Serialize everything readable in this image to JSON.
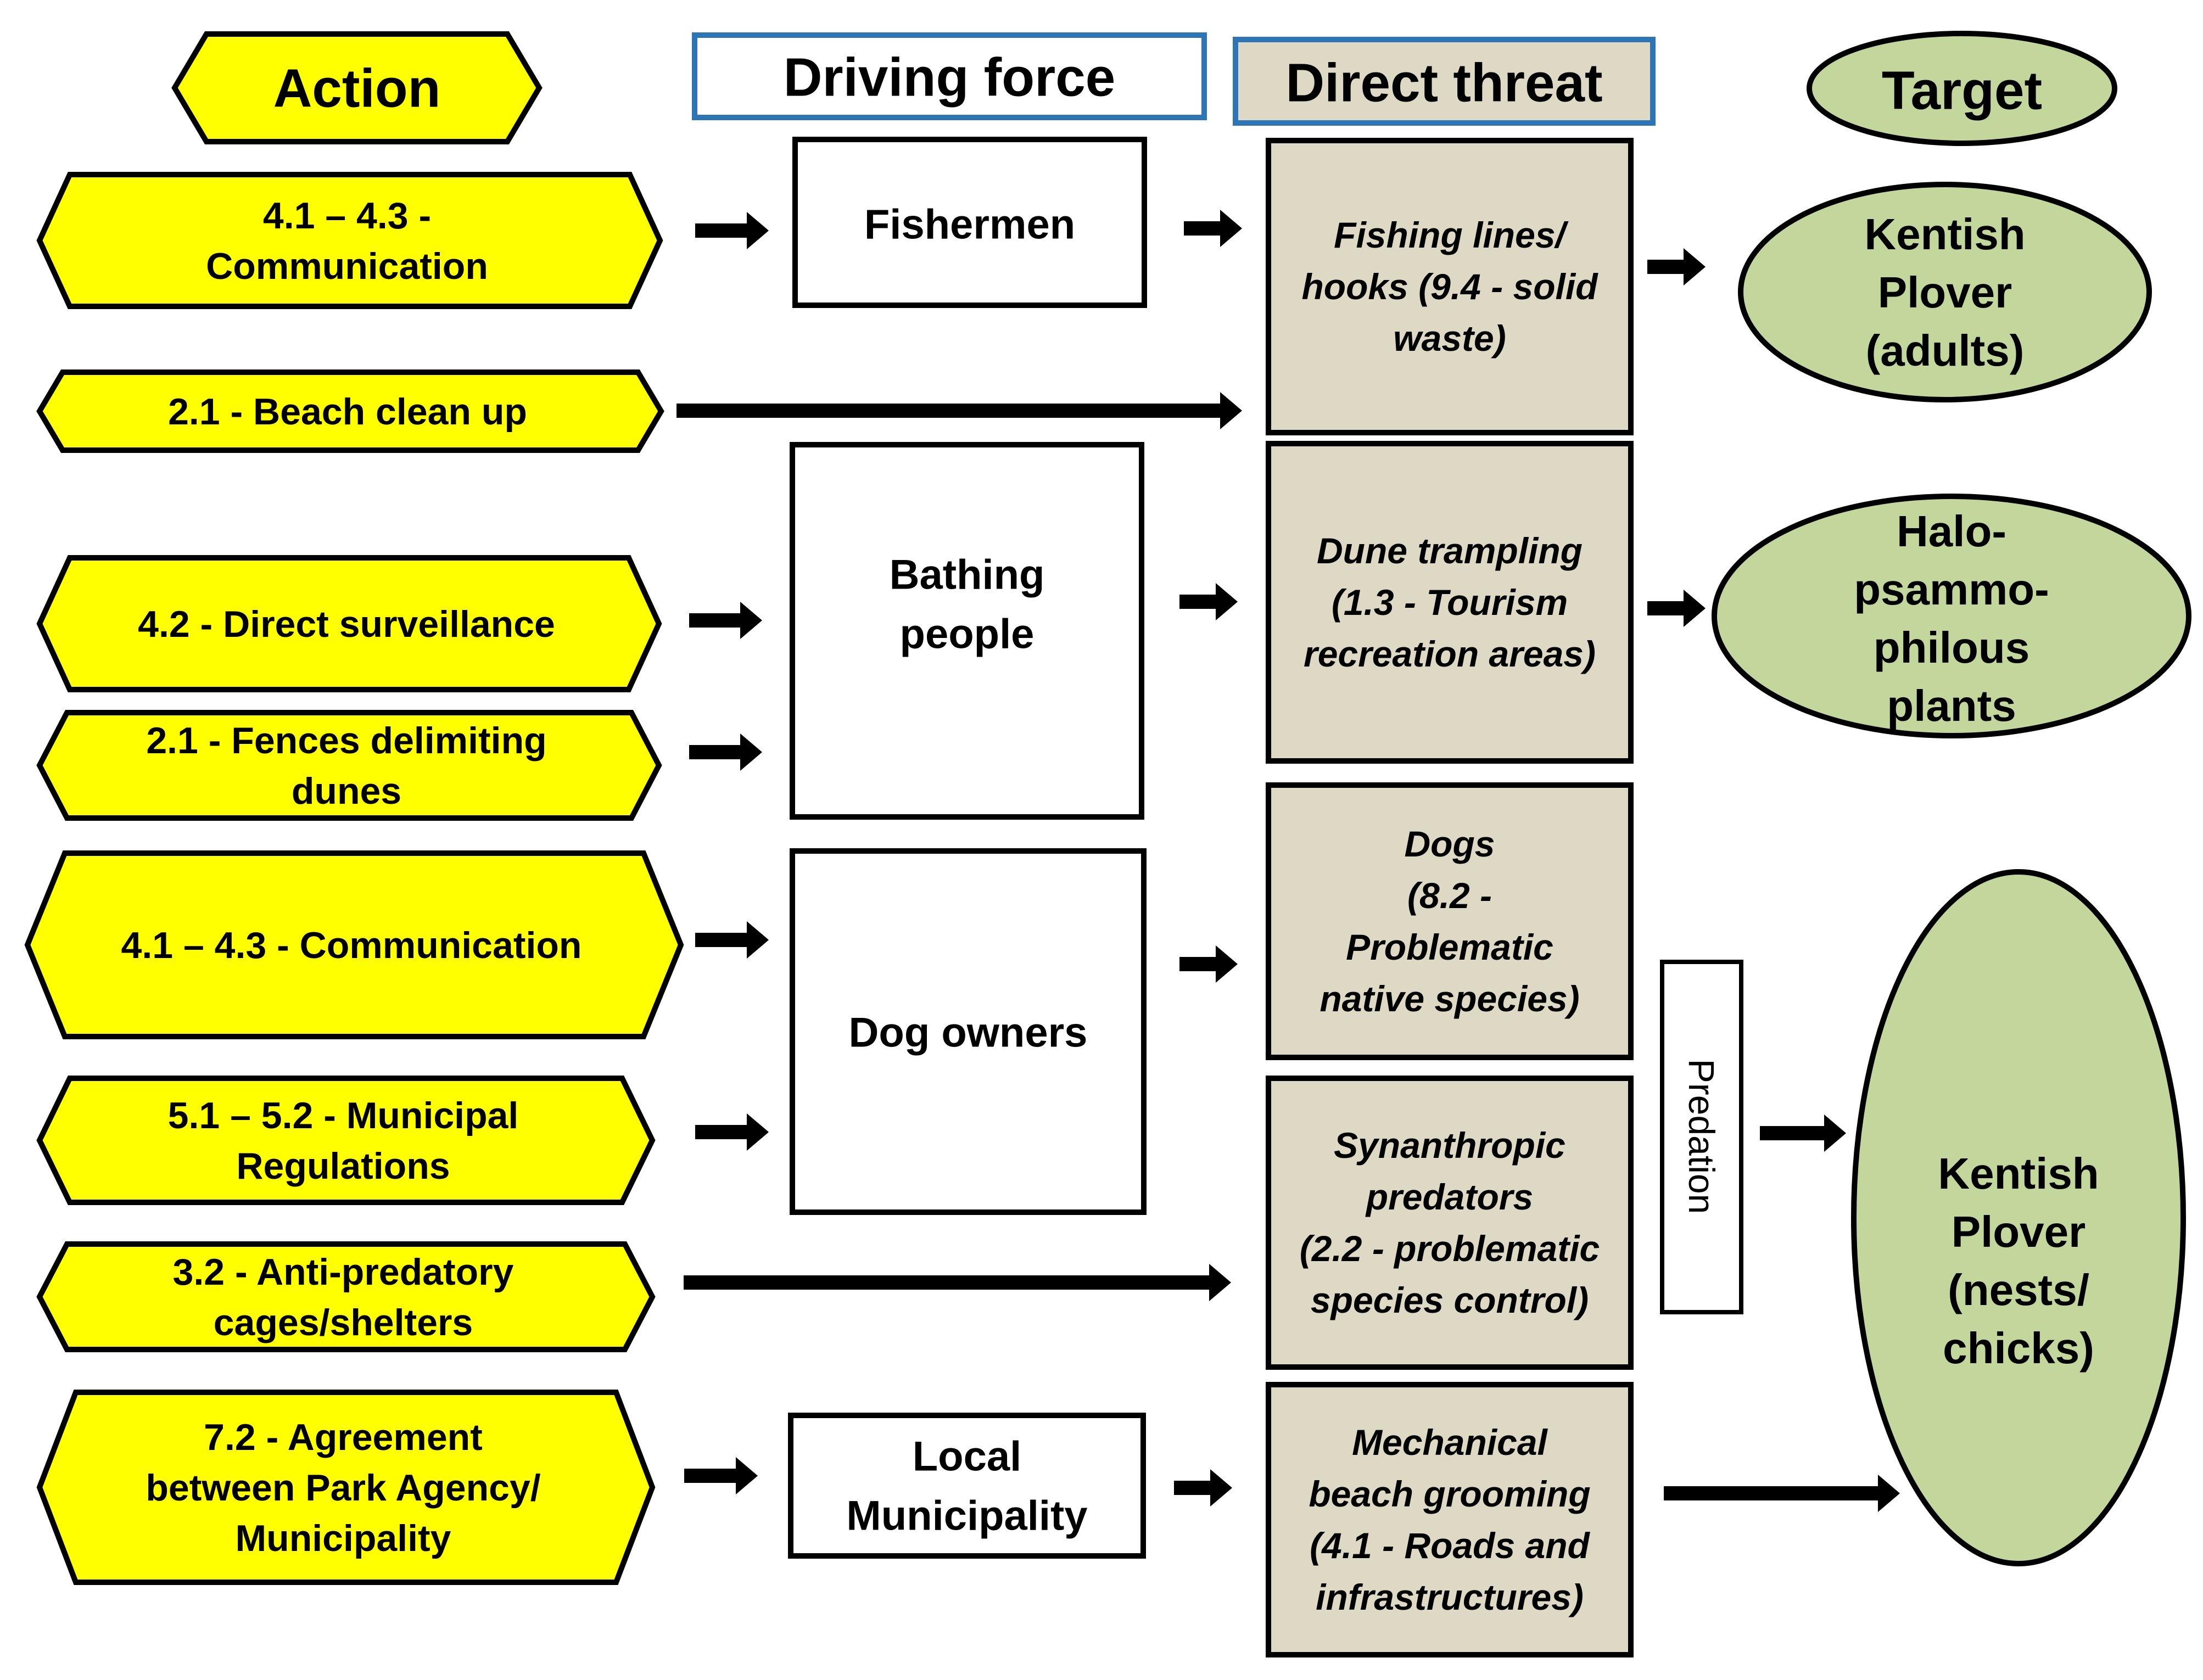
{
  "colors": {
    "action_fill": "#ffff00",
    "threat_fill": "#ddd9c4",
    "target_fill": "#c3d69b",
    "header_driving_border": "#2e75b6",
    "header_threat_border": "#2e75b6",
    "line": "#000000"
  },
  "headers": {
    "action": "Action",
    "driving_force": "Driving force",
    "direct_threat": "Direct threat",
    "target": "Target"
  },
  "actions": [
    {
      "id": "a1",
      "lines": [
        "4.1 – 4.3 -",
        "Communication"
      ]
    },
    {
      "id": "a2",
      "lines": [
        "2.1 - Beach clean up"
      ]
    },
    {
      "id": "a3",
      "lines": [
        "4.2 - Direct surveillance"
      ]
    },
    {
      "id": "a4",
      "lines": [
        "2.1 - Fences delimiting",
        "dunes"
      ]
    },
    {
      "id": "a5",
      "lines": [
        "4.1 – 4.3 - Communication"
      ]
    },
    {
      "id": "a6",
      "lines": [
        "5.1 – 5.2 - Municipal",
        "Regulations"
      ]
    },
    {
      "id": "a7",
      "lines": [
        "3.2 - Anti-predatory",
        "cages/shelters"
      ]
    },
    {
      "id": "a8",
      "lines": [
        "7.2 - Agreement",
        "between Park Agency/",
        "Municipality"
      ]
    }
  ],
  "driving_forces": [
    {
      "id": "d1",
      "lines": [
        "Fishermen"
      ]
    },
    {
      "id": "d2",
      "lines": [
        "Bathing",
        "people"
      ]
    },
    {
      "id": "d3",
      "lines": [
        "Dog owners"
      ]
    },
    {
      "id": "d4",
      "lines": [
        "Local",
        "Municipality"
      ]
    }
  ],
  "threats": [
    {
      "id": "t1",
      "lines": [
        "Fishing lines/",
        "hooks (9.4  - solid",
        "waste)"
      ]
    },
    {
      "id": "t2",
      "lines": [
        "Dune trampling",
        "(1.3  - Tourism",
        "recreation areas)"
      ]
    },
    {
      "id": "t3",
      "lines": [
        "Dogs",
        "(8.2  -",
        "Problematic",
        "native species)"
      ]
    },
    {
      "id": "t4",
      "lines": [
        "Synanthropic",
        "predators",
        "(2.2 - problematic",
        "species control)"
      ]
    },
    {
      "id": "t5",
      "lines": [
        "Mechanical",
        "beach grooming",
        "(4.1  - Roads and",
        "infrastructures)"
      ]
    }
  ],
  "predation_label": "Predation",
  "targets": [
    {
      "id": "g1",
      "lines": [
        "Kentish",
        "Plover",
        "(adults)"
      ]
    },
    {
      "id": "g2",
      "lines": [
        "Halo-",
        "psammo-",
        "philous",
        "plants"
      ]
    },
    {
      "id": "g3",
      "lines": [
        "Kentish",
        "Plover",
        "(nests/",
        "chicks)"
      ]
    }
  ]
}
